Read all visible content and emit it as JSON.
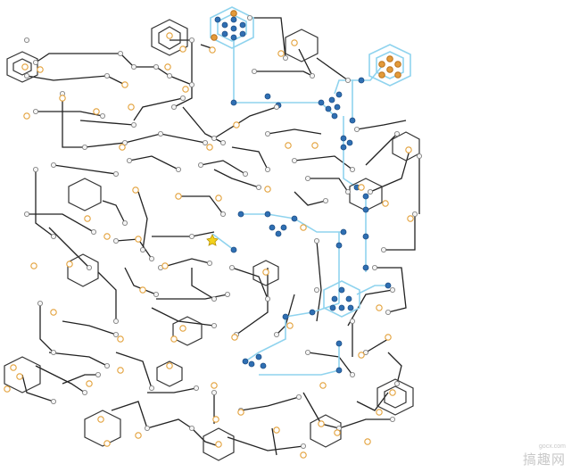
{
  "game": {
    "kind": "circuit-connection puzzle",
    "colors": {
      "wire": "#222222",
      "powered_wire": "#8fd3ee",
      "node": "#f4f4f4",
      "powered_node": "#2f6fb3",
      "terminal": "#e3a13a",
      "cursor": "#f3d21c"
    },
    "icons": {
      "hub": "hexagon-hub-icon",
      "node": "circle-node-icon",
      "terminal": "terminal-bulb-icon",
      "cursor": "star-cursor-icon"
    }
  },
  "watermark": {
    "domain": "gocx.com",
    "text": "搞趣网"
  }
}
